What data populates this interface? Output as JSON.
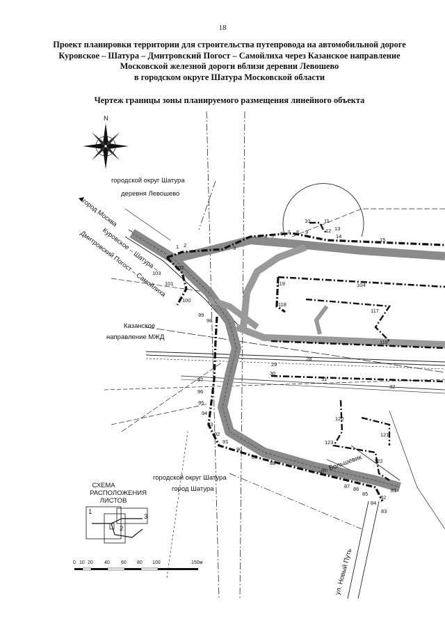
{
  "page_number": "18",
  "title_lines": [
    "Проект планировки территории для строительства путепровода на автомобильной дороге",
    "Куровское – Шатура – Дмитровский Погост – Самойлиха через Казанское направление",
    "Московской железной дороги вблизи деревни Левошево",
    "в городском округе Шатура Московской области"
  ],
  "drawing_title": "Чертеж границы зоны планируемого размещения линейного объекта",
  "compass": {
    "north_label": "N",
    "icon": "compass-rose-icon"
  },
  "labels": {
    "district_top": "городской округ Шатура",
    "village": "деревня Левошево",
    "to_moscow": "город Москва",
    "road_name_1": "Куровское – Шатура –",
    "road_name_2": "Дмитровский Погост – Самойлиха",
    "railway_1": "Казанское",
    "railway_2": "направление МЖД",
    "district_bottom": "городской округ Шатура",
    "town": "город Шатура",
    "street_1": "ул. Большевик",
    "street_2": "ул. Новый Путь"
  },
  "points": [
    "1",
    "2",
    "3",
    "4",
    "5",
    "6",
    "7",
    "8",
    "9",
    "10",
    "11",
    "12",
    "13",
    "14",
    "15",
    "28",
    "29",
    "30",
    "31",
    "32",
    "81",
    "82",
    "83",
    "84",
    "85",
    "86",
    "87",
    "88",
    "89",
    "90",
    "91",
    "92",
    "93",
    "94",
    "95",
    "96",
    "97",
    "98",
    "99",
    "100",
    "101",
    "102",
    "103",
    "104",
    "116",
    "117",
    "118",
    "119",
    "120",
    "121",
    "122",
    "123"
  ],
  "sheet_scheme": {
    "title_1": "СХЕМА",
    "title_2": "РАСПОЛОЖЕНИЯ",
    "title_3": "ЛИСТОВ",
    "sheets": [
      "1",
      "2",
      "3"
    ]
  },
  "scale_bar": {
    "ticks": [
      "0",
      "10",
      "20",
      "40",
      "60",
      "80",
      "100",
      "150м"
    ]
  }
}
